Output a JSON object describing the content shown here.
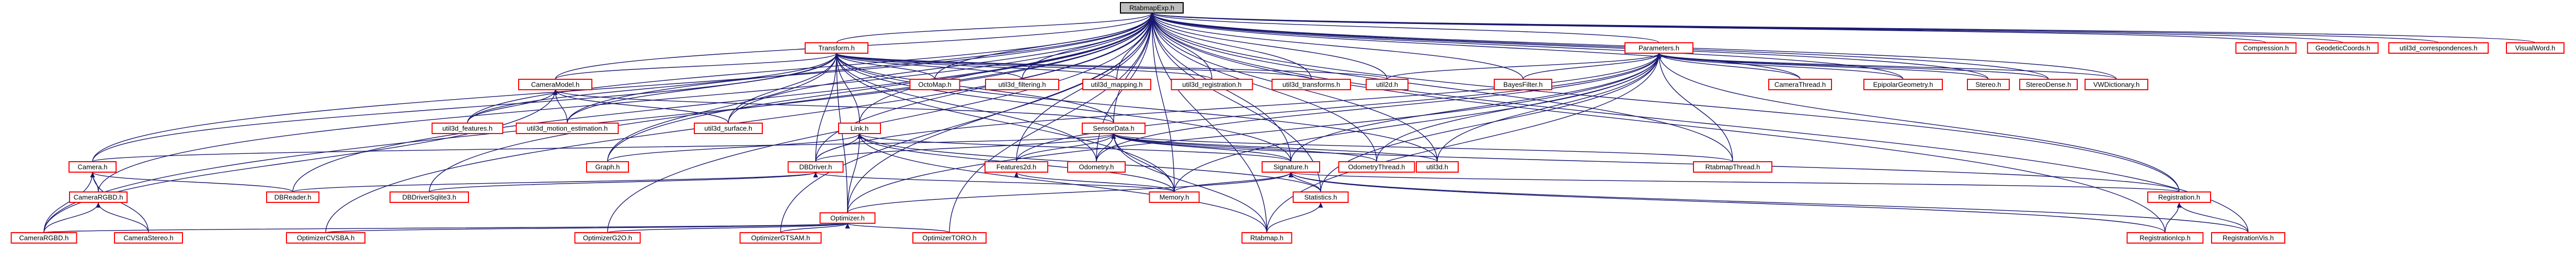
{
  "diagram": {
    "title": "Include dependency graph",
    "colors": {
      "background": "#ffffff",
      "root_fill": "#bfbfbf",
      "root_border": "#000000",
      "node_border": "#ff0000",
      "edge": "#191970"
    },
    "nodes": [
      {
        "id": "rtabmaplog",
        "label": "RtabmapExp.h",
        "kind": "root"
      },
      {
        "id": "transform",
        "label": "Transform.h",
        "kind": "file"
      },
      {
        "id": "parameters",
        "label": "Parameters.h",
        "kind": "file"
      },
      {
        "id": "cameramodel",
        "label": "CameraModel.h",
        "kind": "file"
      },
      {
        "id": "octomap",
        "label": "OctoMap.h",
        "kind": "file"
      },
      {
        "id": "util3d_filtering",
        "label": "util3d_filtering.h",
        "kind": "file"
      },
      {
        "id": "util3d_mapping",
        "label": "util3d_mapping.h",
        "kind": "file"
      },
      {
        "id": "util3d_registration",
        "label": "util3d_registration.h",
        "kind": "file"
      },
      {
        "id": "util3d_transforms",
        "label": "util3d_transforms.h",
        "kind": "file"
      },
      {
        "id": "util2d",
        "label": "util2d.h",
        "kind": "file"
      },
      {
        "id": "bayesfilter",
        "label": "BayesFilter.h",
        "kind": "file"
      },
      {
        "id": "camerathread",
        "label": "CameraThread.h",
        "kind": "file"
      },
      {
        "id": "epipolar",
        "label": "EpipolarGeometry.h",
        "kind": "file"
      },
      {
        "id": "stereo",
        "label": "Stereo.h",
        "kind": "file"
      },
      {
        "id": "stereodense",
        "label": "StereoDense.h",
        "kind": "file"
      },
      {
        "id": "vwdictionary",
        "label": "VWDictionary.h",
        "kind": "file"
      },
      {
        "id": "compression",
        "label": "Compression.h",
        "kind": "file"
      },
      {
        "id": "geodetic",
        "label": "GeodeticCoords.h",
        "kind": "file"
      },
      {
        "id": "util3d_corr",
        "label": "util3d_correspondences.h",
        "kind": "file"
      },
      {
        "id": "visualword",
        "label": "VisualWord.h",
        "kind": "file"
      },
      {
        "id": "util3d_features",
        "label": "util3d_features.h",
        "kind": "file"
      },
      {
        "id": "util3d_motion",
        "label": "util3d_motion_estimation.h",
        "kind": "file"
      },
      {
        "id": "util3d_surface",
        "label": "util3d_surface.h",
        "kind": "file"
      },
      {
        "id": "sensordata",
        "label": "SensorData.h",
        "kind": "file"
      },
      {
        "id": "link",
        "label": "Link.h",
        "kind": "file"
      },
      {
        "id": "camera",
        "label": "Camera.h",
        "kind": "file"
      },
      {
        "id": "graph",
        "label": "Graph.h",
        "kind": "file"
      },
      {
        "id": "dbdriver",
        "label": "DBDriver.h",
        "kind": "file"
      },
      {
        "id": "features2d",
        "label": "Features2d.h",
        "kind": "file"
      },
      {
        "id": "odometry",
        "label": "Odometry.h",
        "kind": "file"
      },
      {
        "id": "signature",
        "label": "Signature.h",
        "kind": "file"
      },
      {
        "id": "odometrythread",
        "label": "OdometryThread.h",
        "kind": "file"
      },
      {
        "id": "util3d",
        "label": "util3d.h",
        "kind": "file"
      },
      {
        "id": "rtabmapthread",
        "label": "RtabmapThread.h",
        "kind": "file"
      },
      {
        "id": "camerargbd",
        "label": "CameraRGBD.h",
        "kind": "file"
      },
      {
        "id": "dbreader",
        "label": "DBReader.h",
        "kind": "file"
      },
      {
        "id": "dbdriversqlite3",
        "label": "DBDriverSqlite3.h",
        "kind": "file"
      },
      {
        "id": "memory",
        "label": "Memory.h",
        "kind": "file"
      },
      {
        "id": "statistics",
        "label": "Statistics.h",
        "kind": "file"
      },
      {
        "id": "registration",
        "label": "Registration.h",
        "kind": "file"
      },
      {
        "id": "optimizer",
        "label": "Optimizer.h",
        "kind": "file"
      },
      {
        "id": "camerargbd2",
        "label": "CameraRGBD.h",
        "kind": "file"
      },
      {
        "id": "camerastereo",
        "label": "CameraStereo.h",
        "kind": "file"
      },
      {
        "id": "optimizercvsba",
        "label": "OptimizerCVSBA.h",
        "kind": "file"
      },
      {
        "id": "optimizerg2o",
        "label": "OptimizerG2O.h",
        "kind": "file"
      },
      {
        "id": "optimizergtsam",
        "label": "OptimizerGTSAM.h",
        "kind": "file"
      },
      {
        "id": "optimizertoro",
        "label": "OptimizerTORO.h",
        "kind": "file"
      },
      {
        "id": "rtabmap",
        "label": "Rtabmap.h",
        "kind": "file"
      },
      {
        "id": "registrationicp",
        "label": "RegistrationIcp.h",
        "kind": "file"
      },
      {
        "id": "registrationvis",
        "label": "RegistrationVis.h",
        "kind": "file"
      }
    ],
    "edges": [
      [
        "rtabmaplog",
        "transform"
      ],
      [
        "rtabmaplog",
        "parameters"
      ],
      [
        "rtabmaplog",
        "cameramodel"
      ],
      [
        "rtabmaplog",
        "octomap"
      ],
      [
        "rtabmaplog",
        "util3d_filtering"
      ],
      [
        "rtabmaplog",
        "util3d_mapping"
      ],
      [
        "rtabmaplog",
        "util3d_registration"
      ],
      [
        "rtabmaplog",
        "util3d_transforms"
      ],
      [
        "rtabmaplog",
        "util2d"
      ],
      [
        "rtabmaplog",
        "bayesfilter"
      ],
      [
        "rtabmaplog",
        "camerathread"
      ],
      [
        "rtabmaplog",
        "epipolar"
      ],
      [
        "rtabmaplog",
        "stereo"
      ],
      [
        "rtabmaplog",
        "stereodense"
      ],
      [
        "rtabmaplog",
        "vwdictionary"
      ],
      [
        "rtabmaplog",
        "compression"
      ],
      [
        "rtabmaplog",
        "geodetic"
      ],
      [
        "rtabmaplog",
        "util3d_corr"
      ],
      [
        "rtabmaplog",
        "visualword"
      ],
      [
        "rtabmaplog",
        "util3d_features"
      ],
      [
        "rtabmaplog",
        "util3d_motion"
      ],
      [
        "rtabmaplog",
        "util3d_surface"
      ],
      [
        "rtabmaplog",
        "sensordata"
      ],
      [
        "rtabmaplog",
        "link"
      ],
      [
        "rtabmaplog",
        "camera"
      ],
      [
        "rtabmaplog",
        "graph"
      ],
      [
        "rtabmaplog",
        "dbdriver"
      ],
      [
        "rtabmaplog",
        "features2d"
      ],
      [
        "rtabmaplog",
        "odometry"
      ],
      [
        "rtabmaplog",
        "signature"
      ],
      [
        "rtabmaplog",
        "odometrythread"
      ],
      [
        "rtabmaplog",
        "util3d"
      ],
      [
        "rtabmaplog",
        "rtabmapthread"
      ],
      [
        "rtabmaplog",
        "camerargbd"
      ],
      [
        "rtabmaplog",
        "dbreader"
      ],
      [
        "rtabmaplog",
        "dbdriversqlite3"
      ],
      [
        "rtabmaplog",
        "memory"
      ],
      [
        "rtabmaplog",
        "statistics"
      ],
      [
        "rtabmaplog",
        "registration"
      ],
      [
        "rtabmaplog",
        "optimizer"
      ],
      [
        "rtabmaplog",
        "camerargbd2"
      ],
      [
        "rtabmaplog",
        "optimizercvsba"
      ],
      [
        "rtabmaplog",
        "optimizerg2o"
      ],
      [
        "rtabmaplog",
        "optimizergtsam"
      ],
      [
        "rtabmaplog",
        "optimizertoro"
      ],
      [
        "rtabmaplog",
        "rtabmap"
      ],
      [
        "rtabmaplog",
        "registrationicp"
      ],
      [
        "rtabmaplog",
        "registrationvis"
      ],
      [
        "transform",
        "cameramodel"
      ],
      [
        "transform",
        "octomap"
      ],
      [
        "transform",
        "util3d_filtering"
      ],
      [
        "transform",
        "util3d_mapping"
      ],
      [
        "transform",
        "util3d_registration"
      ],
      [
        "transform",
        "util3d_transforms"
      ],
      [
        "transform",
        "util2d"
      ],
      [
        "transform",
        "util3d_features"
      ],
      [
        "transform",
        "util3d_motion"
      ],
      [
        "transform",
        "util3d_surface"
      ],
      [
        "transform",
        "sensordata"
      ],
      [
        "transform",
        "link"
      ],
      [
        "transform",
        "camera"
      ],
      [
        "transform",
        "graph"
      ],
      [
        "transform",
        "dbdriver"
      ],
      [
        "transform",
        "odometry"
      ],
      [
        "transform",
        "signature"
      ],
      [
        "transform",
        "util3d"
      ],
      [
        "transform",
        "memory"
      ],
      [
        "transform",
        "optimizer"
      ],
      [
        "parameters",
        "util2d"
      ],
      [
        "parameters",
        "bayesfilter"
      ],
      [
        "parameters",
        "camerathread"
      ],
      [
        "parameters",
        "epipolar"
      ],
      [
        "parameters",
        "stereo"
      ],
      [
        "parameters",
        "stereodense"
      ],
      [
        "parameters",
        "vwdictionary"
      ],
      [
        "parameters",
        "features2d"
      ],
      [
        "parameters",
        "odometry"
      ],
      [
        "parameters",
        "odometrythread"
      ],
      [
        "parameters",
        "util3d"
      ],
      [
        "parameters",
        "rtabmapthread"
      ],
      [
        "parameters",
        "dbdriver"
      ],
      [
        "parameters",
        "memory"
      ],
      [
        "parameters",
        "statistics"
      ],
      [
        "parameters",
        "registration"
      ],
      [
        "parameters",
        "optimizer"
      ],
      [
        "parameters",
        "rtabmap"
      ],
      [
        "parameters",
        "signature"
      ],
      [
        "cameramodel",
        "util3d_features"
      ],
      [
        "cameramodel",
        "util3d_motion"
      ],
      [
        "cameramodel",
        "sensordata"
      ],
      [
        "cameramodel",
        "util3d_surface"
      ],
      [
        "cameramodel",
        "camerargbd2"
      ],
      [
        "sensordata",
        "features2d"
      ],
      [
        "sensordata",
        "odometry"
      ],
      [
        "sensordata",
        "signature"
      ],
      [
        "sensordata",
        "odometrythread"
      ],
      [
        "sensordata",
        "util3d"
      ],
      [
        "sensordata",
        "rtabmapthread"
      ],
      [
        "sensordata",
        "camera"
      ],
      [
        "sensordata",
        "dbdriver"
      ],
      [
        "sensordata",
        "memory"
      ],
      [
        "sensordata",
        "registration"
      ],
      [
        "sensordata",
        "rtabmap"
      ],
      [
        "link",
        "graph"
      ],
      [
        "link",
        "dbdriver"
      ],
      [
        "link",
        "signature"
      ],
      [
        "link",
        "optimizer"
      ],
      [
        "link",
        "memory"
      ],
      [
        "link",
        "statistics"
      ],
      [
        "link",
        "rtabmap"
      ],
      [
        "camera",
        "camerargbd"
      ],
      [
        "camera",
        "camerargbd2"
      ],
      [
        "camera",
        "camerastereo"
      ],
      [
        "camera",
        "dbreader"
      ],
      [
        "camerargbd",
        "camerargbd2"
      ],
      [
        "camerargbd",
        "camerastereo"
      ],
      [
        "dbdriver",
        "dbreader"
      ],
      [
        "dbdriver",
        "dbdriversqlite3"
      ],
      [
        "dbdriver",
        "memory"
      ],
      [
        "features2d",
        "memory"
      ],
      [
        "signature",
        "memory"
      ],
      [
        "signature",
        "statistics"
      ],
      [
        "signature",
        "optimizer"
      ],
      [
        "signature",
        "registration"
      ],
      [
        "signature",
        "registrationicp"
      ],
      [
        "signature",
        "registrationvis"
      ],
      [
        "statistics",
        "rtabmap"
      ],
      [
        "registration",
        "registrationicp"
      ],
      [
        "registration",
        "registrationvis"
      ],
      [
        "optimizer",
        "optimizercvsba"
      ],
      [
        "optimizer",
        "optimizerg2o"
      ],
      [
        "optimizer",
        "optimizergtsam"
      ],
      [
        "optimizer",
        "optimizertoro"
      ],
      [
        "optimizer",
        "camerargbd2"
      ]
    ]
  }
}
